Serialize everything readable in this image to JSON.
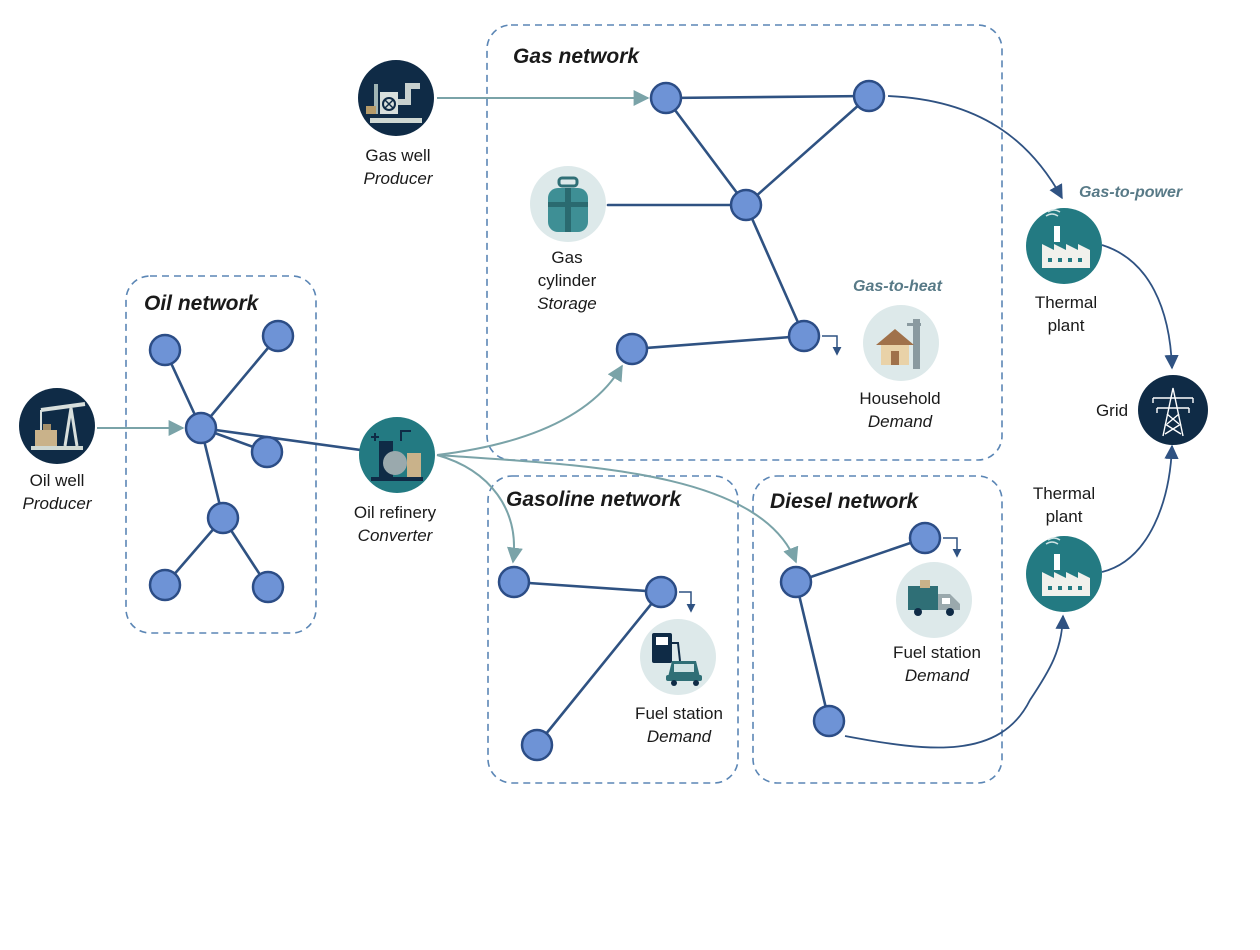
{
  "networks": {
    "gas": "Gas network",
    "oil": "Oil network",
    "gasoline": "Gasoline network",
    "diesel": "Diesel network"
  },
  "conversions": {
    "gas_to_power": "Gas-to-power",
    "gas_to_heat": "Gas-to-heat"
  },
  "assets": {
    "gas_well": {
      "name": "Gas well",
      "role": "Producer",
      "icon": "gas-well-icon"
    },
    "gas_cylinder": {
      "name": "Gas cylinder",
      "role": "Storage",
      "icon": "gas-cylinder-icon"
    },
    "household": {
      "name": "Household",
      "role": "Demand",
      "icon": "house-icon"
    },
    "thermal_plant_top": {
      "name": "Thermal plant",
      "icon": "thermal-plant-icon"
    },
    "thermal_plant_bottom": {
      "name": "Thermal plant",
      "icon": "thermal-plant-icon"
    },
    "grid": {
      "name": "Grid",
      "icon": "power-pylon-icon"
    },
    "oil_well": {
      "name": "Oil well",
      "role": "Producer",
      "icon": "oil-pumpjack-icon"
    },
    "oil_refinery": {
      "name": "Oil refinery",
      "role": "Converter",
      "icon": "refinery-icon"
    },
    "fuel_station_gasoline": {
      "name": "Fuel station",
      "role": "Demand",
      "icon": "fuel-pump-car-icon"
    },
    "fuel_station_diesel": {
      "name": "Fuel station",
      "role": "Demand",
      "icon": "delivery-truck-icon"
    }
  },
  "colors": {
    "node_fill": "#6e93d6",
    "node_stroke": "#2c4d86",
    "edge": "#2f5282",
    "flow_arrow": "#7aa3a8",
    "dashed_border": "#5b86b5",
    "dark_icon_bg": "#0f2b46",
    "teal_icon_bg": "#237a82",
    "light_icon_bg": "#dde9ea",
    "conversion_text": "#587a87"
  }
}
